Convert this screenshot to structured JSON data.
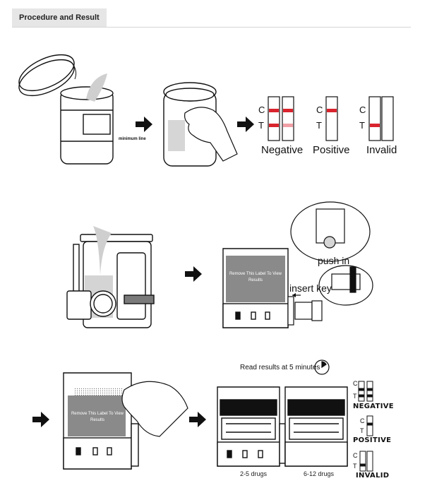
{
  "header": {
    "title": "Procedure and Result"
  },
  "row1": {
    "cup_label": "minimum line",
    "results": {
      "negative": "Negative",
      "positive": "Positive",
      "invalid": "Invalid",
      "c": "C",
      "t": "T"
    },
    "colors": {
      "line": "#d9232d",
      "faint_line": "#f0a0a4"
    }
  },
  "row2": {
    "insert_key": "insert key",
    "push_in": "push in",
    "label_text": "Remove This Label To View Results"
  },
  "row3": {
    "read_results": "Read results at 5 minutes",
    "label_text": "Remove This Label To View Results",
    "caption_left": "2-5 drugs",
    "caption_right": "6-12 drugs",
    "results": {
      "negative": "NEGATIVE",
      "positive": "POSITIVE",
      "invalid": "INVALID",
      "c": "C",
      "t": "T"
    }
  }
}
